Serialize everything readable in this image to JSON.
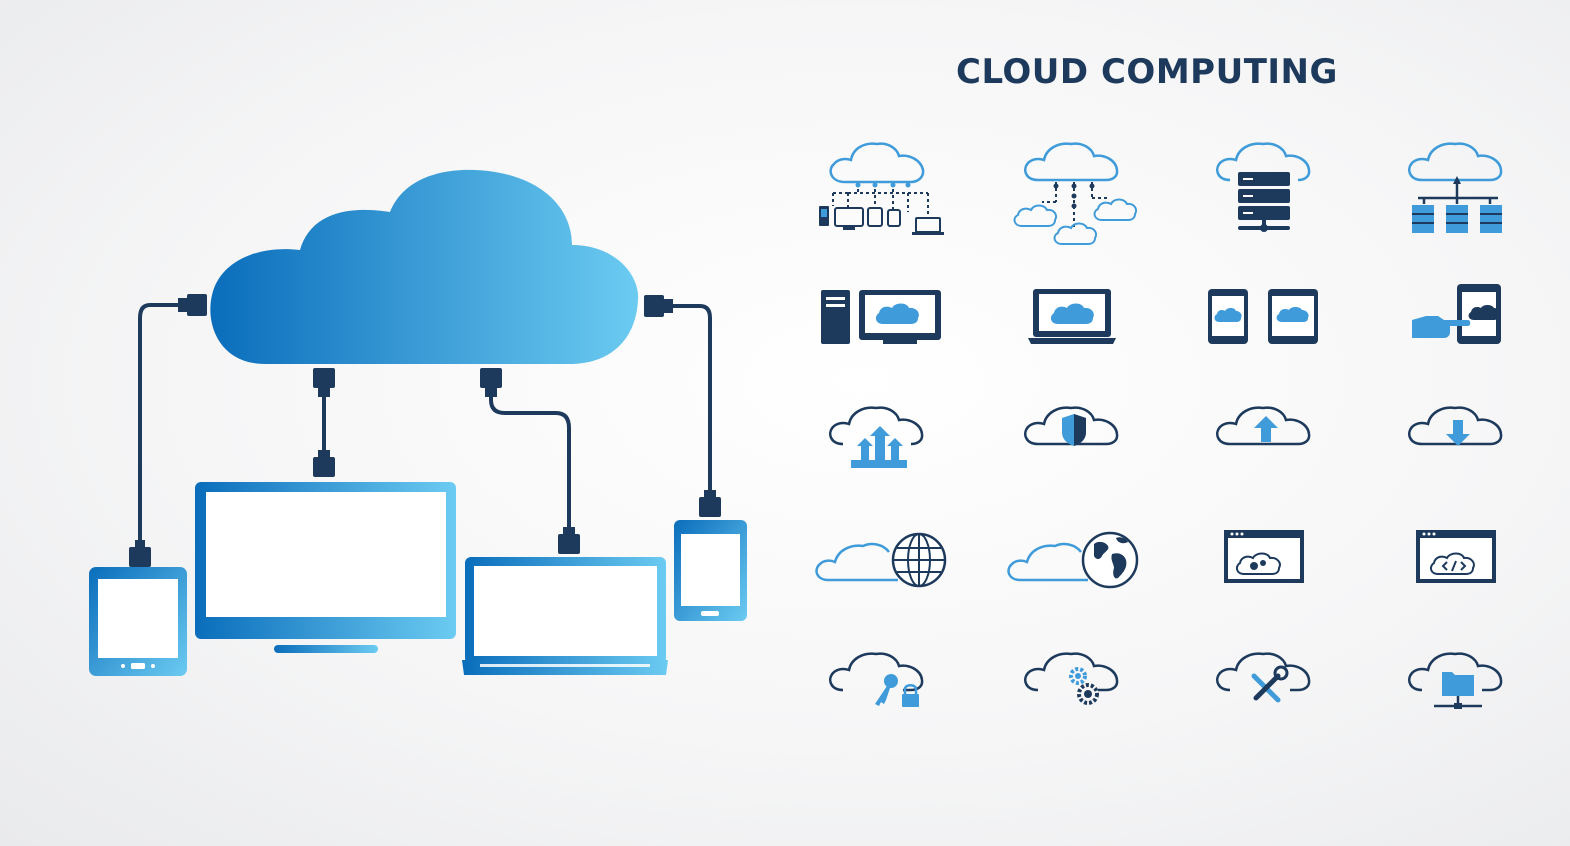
{
  "title": "CLOUD COMPUTING",
  "colors": {
    "navy": "#1d3a5c",
    "blue_dark": "#0a6dbb",
    "blue_light": "#6ccbf1",
    "cloud_outline": "#3f9bd9",
    "background": "#f4f4f5"
  },
  "illustration": {
    "main_cloud": "cloud-with-connectors",
    "devices": [
      "tablet",
      "desktop-monitor",
      "laptop",
      "smartphone"
    ]
  },
  "icon_grid": [
    [
      "cloud-network-devices-icon",
      "cloud-distributed-network-icon",
      "cloud-server-icon",
      "cloud-server-racks-icon"
    ],
    [
      "desktop-cloud-icon",
      "laptop-cloud-icon",
      "tablet-phone-cloud-icon",
      "touch-phone-cloud-icon"
    ],
    [
      "cloud-multi-upload-icon",
      "cloud-security-shield-icon",
      "cloud-upload-icon",
      "cloud-download-icon"
    ],
    [
      "cloud-globe-wire-icon",
      "cloud-globe-earth-icon",
      "cloud-settings-window-icon",
      "cloud-code-window-icon"
    ],
    [
      "cloud-key-lock-icon",
      "cloud-gears-icon",
      "cloud-tools-icon",
      "cloud-folder-network-icon"
    ]
  ]
}
